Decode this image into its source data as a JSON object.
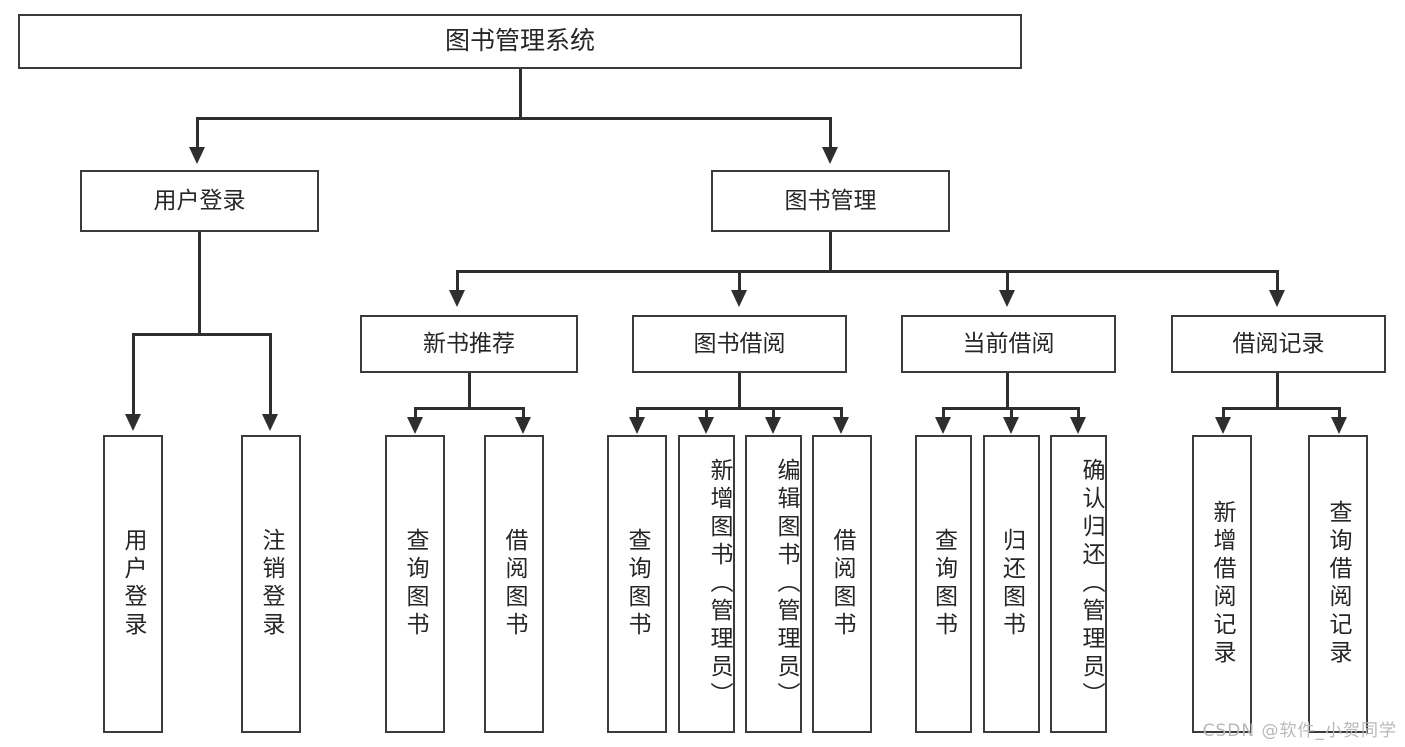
{
  "diagram": {
    "type": "tree-hierarchy",
    "title": "图书管理系统",
    "watermark": "CSDN @软件_小贺同学",
    "colors": {
      "box_border": "#3b3b3b",
      "connector": "#2e2e2e",
      "text": "#262626",
      "background": "#ffffff",
      "watermark": "#b8b8b8"
    },
    "levels": {
      "root": "图书管理系统",
      "level2": [
        "用户登录",
        "图书管理"
      ],
      "level3": [
        "新书推荐",
        "图书借阅",
        "当前借阅",
        "借阅记录"
      ]
    },
    "nodes": {
      "root": {
        "label": "图书管理系统"
      },
      "user_login": {
        "label": "用户登录"
      },
      "book_manage": {
        "label": "图书管理"
      },
      "new_book_rec": {
        "label": "新书推荐"
      },
      "book_borrow": {
        "label": "图书借阅"
      },
      "current_borrow": {
        "label": "当前借阅"
      },
      "borrow_record": {
        "label": "借阅记录"
      },
      "leaf_user_login": {
        "label": "用户登录"
      },
      "leaf_user_logout": {
        "label": "注销登录"
      },
      "leaf_rec_query": {
        "label": "查询图书"
      },
      "leaf_rec_borrow": {
        "label": "借阅图书"
      },
      "leaf_borrow_query": {
        "label": "查询图书"
      },
      "leaf_borrow_add": {
        "label": "新增图书（管理员）"
      },
      "leaf_borrow_edit": {
        "label": "编辑图书（管理员）"
      },
      "leaf_borrow_lend": {
        "label": "借阅图书"
      },
      "leaf_cur_query": {
        "label": "查询图书"
      },
      "leaf_cur_return": {
        "label": "归还图书"
      },
      "leaf_cur_confirm": {
        "label": "确认归还（管理员）"
      },
      "leaf_rec_add": {
        "label": "新增借阅记录"
      },
      "leaf_rec_search": {
        "label": "查询借阅记录"
      }
    },
    "edges": [
      {
        "from": "图书管理系统",
        "to": "用户登录"
      },
      {
        "from": "图书管理系统",
        "to": "图书管理"
      },
      {
        "from": "用户登录",
        "to": "用户登录"
      },
      {
        "from": "用户登录",
        "to": "注销登录"
      },
      {
        "from": "图书管理",
        "to": "新书推荐"
      },
      {
        "from": "图书管理",
        "to": "图书借阅"
      },
      {
        "from": "图书管理",
        "to": "当前借阅"
      },
      {
        "from": "图书管理",
        "to": "借阅记录"
      },
      {
        "from": "新书推荐",
        "to": "查询图书"
      },
      {
        "from": "新书推荐",
        "to": "借阅图书"
      },
      {
        "from": "图书借阅",
        "to": "查询图书"
      },
      {
        "from": "图书借阅",
        "to": "新增图书（管理员）"
      },
      {
        "from": "图书借阅",
        "to": "编辑图书（管理员）"
      },
      {
        "from": "图书借阅",
        "to": "借阅图书"
      },
      {
        "from": "当前借阅",
        "to": "查询图书"
      },
      {
        "from": "当前借阅",
        "to": "归还图书"
      },
      {
        "from": "当前借阅",
        "to": "确认归还（管理员）"
      },
      {
        "from": "借阅记录",
        "to": "新增借阅记录"
      },
      {
        "from": "借阅记录",
        "to": "查询借阅记录"
      }
    ]
  }
}
